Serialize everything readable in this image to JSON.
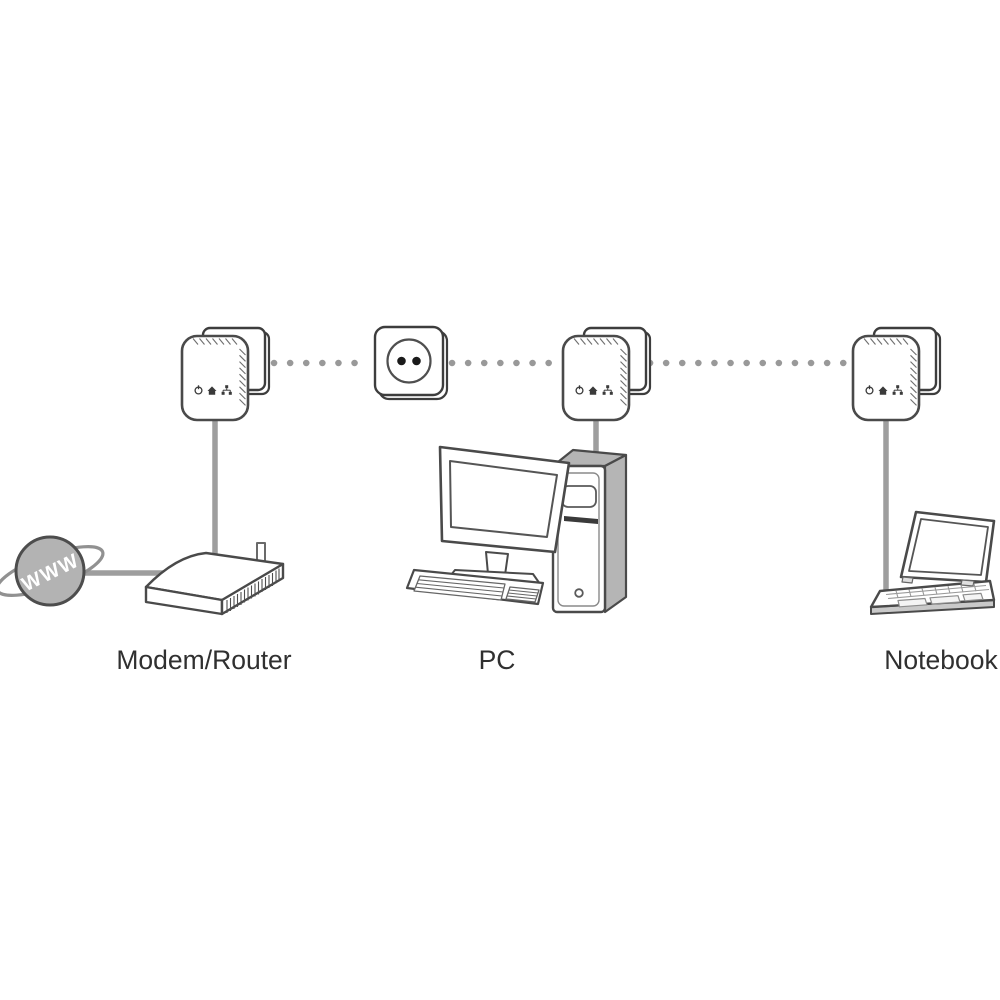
{
  "diagram": {
    "type": "powerline-network-setup-illustration",
    "background_color": "#ffffff",
    "outline_color": "#4a4a4a",
    "cable_color": "#9e9e9e",
    "dotted_link_color": "#999999",
    "label_color": "#303030",
    "globe": {
      "label": "WWW",
      "fill": "#b3b3b3"
    },
    "labels": {
      "modem_router": "Modem/Router",
      "pc": "PC",
      "notebook": "Notebook"
    },
    "adapters": [
      {
        "name": "powerline-adapter-1",
        "led_icons": [
          "power",
          "home",
          "ethernet"
        ]
      },
      {
        "name": "powerline-adapter-2",
        "led_icons": [
          "power",
          "home",
          "ethernet"
        ]
      },
      {
        "name": "powerline-adapter-3",
        "led_icons": [
          "power",
          "home",
          "ethernet"
        ]
      }
    ],
    "wall_socket": {
      "type": "power-outlet",
      "holes": 2
    },
    "connections": [
      {
        "from": "www-globe",
        "to": "modem-router",
        "style": "solid-cable"
      },
      {
        "from": "modem-router",
        "to": "powerline-adapter-1",
        "style": "solid-cable"
      },
      {
        "from": "powerline-adapter-1",
        "to": "wall-socket",
        "style": "dotted-powerline"
      },
      {
        "from": "wall-socket",
        "to": "powerline-adapter-2",
        "style": "dotted-powerline"
      },
      {
        "from": "powerline-adapter-2",
        "to": "pc",
        "style": "solid-cable"
      },
      {
        "from": "powerline-adapter-2",
        "to": "powerline-adapter-3",
        "style": "dotted-powerline"
      },
      {
        "from": "powerline-adapter-3",
        "to": "notebook",
        "style": "solid-cable"
      }
    ]
  }
}
